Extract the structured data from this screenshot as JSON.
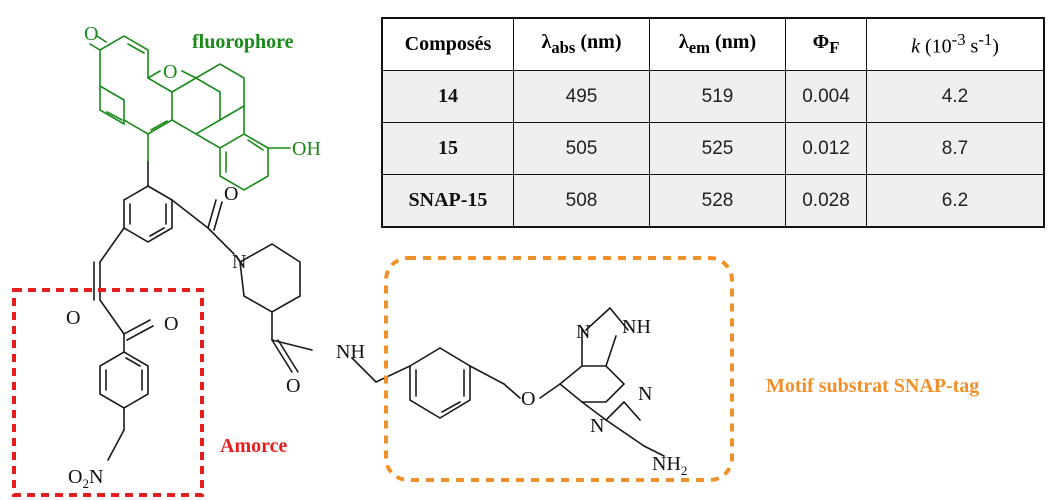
{
  "labels": {
    "fluorophore": "fluorophore",
    "amorce": "Amorce",
    "motif": "Motif substrat SNAP-tag"
  },
  "atoms": {
    "o_ketone": "O",
    "o_ring": "O",
    "oh": "OH",
    "o_amide1": "O",
    "n_pip": "N",
    "o_diketone1": "O",
    "o_diketone2": "O",
    "o_amide2": "O",
    "nh": "NH",
    "o_ether": "O",
    "nitro_o": "O",
    "nitro_sub": "2",
    "nitro_n": "N",
    "purine_n7": "N",
    "purine_nh9": "NH",
    "purine_n3": "N",
    "purine_n1": "N",
    "nh2_n": "NH",
    "nh2_sub": "2"
  },
  "table": {
    "headers": {
      "compound": "Composés",
      "abs_symbol": "λ",
      "abs_sub": "abs",
      "abs_unit": " (nm)",
      "em_symbol": "λ",
      "em_sub": "em",
      "em_unit": " (nm)",
      "phi_symbol": "Φ",
      "phi_sub": "F",
      "k_symbol": "k",
      "k_unit_a": " (10",
      "k_exp1": "-3",
      "k_unit_b": " s",
      "k_exp2": "-1",
      "k_unit_c": ")"
    },
    "rows": [
      {
        "name": "14",
        "abs": "495",
        "em": "519",
        "phi": "0.004",
        "k": "4.2"
      },
      {
        "name": "15",
        "abs": "505",
        "em": "525",
        "phi": "0.012",
        "k": "8.7"
      },
      {
        "name": "SNAP-15",
        "abs": "508",
        "em": "528",
        "phi": "0.028",
        "k": "6.2"
      }
    ]
  },
  "colors": {
    "fluorophore": "#1a8a1a",
    "amorce": "#e61e1e",
    "motif": "#f0902a"
  }
}
